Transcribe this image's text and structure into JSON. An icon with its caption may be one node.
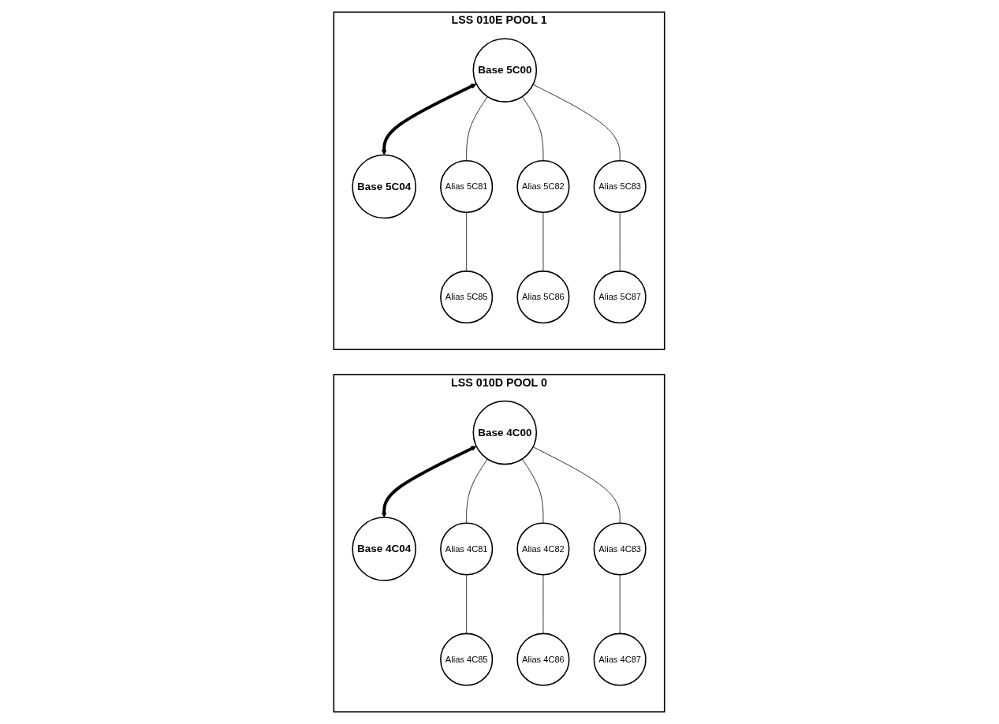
{
  "diagram": {
    "nodes": [
      {
        "text": [
          "LSS 010D POOL 0"
        ]
      },
      {
        "text": [
          "Base 4C00"
        ],
        "in": 0
      },
      {
        "text": [
          "Base 4C04"
        ],
        "in": 0
      },
      {
        "text": [
          "Alias 4C81"
        ],
        "in": 0
      },
      {
        "text": [
          "Alias 4C85"
        ],
        "in": 0
      },
      {
        "text": [
          "Alias 4C82"
        ],
        "in": 0
      },
      {
        "text": [
          "Alias 4C86"
        ],
        "in": 0
      },
      {
        "text": [
          "Alias 4C83"
        ],
        "in": 0
      },
      {
        "text": [
          "Alias 4C87"
        ],
        "in": 0
      },
      {
        "text": [
          "LSS 010E POOL 1"
        ]
      },
      {
        "text": [
          "Base 5C00"
        ],
        "in": 9
      },
      {
        "text": [
          "Base 5C04"
        ],
        "in": 9
      },
      {
        "text": [
          "Alias 5C81"
        ],
        "in": 9
      },
      {
        "text": [
          "Alias 5C85"
        ],
        "in": 9
      },
      {
        "text": [
          "Alias 5C82"
        ],
        "in": 9
      },
      {
        "text": [
          "Alias 5C86"
        ],
        "in": 9
      },
      {
        "text": [
          "Alias 5C83"
        ],
        "in": 9
      },
      {
        "text": [
          "Alias 5C87"
        ],
        "in": 9
      }
    ],
    "edges": [
      {
        "from": 1,
        "to": 2,
        "arrow": "both",
        "style": "thick"
      },
      {
        "from": 1,
        "to": 3,
        "arrow": "none"
      },
      {
        "from": 1,
        "to": 5,
        "arrow": "none"
      },
      {
        "from": 1,
        "to": 7,
        "arrow": "none"
      },
      {
        "from": 3,
        "to": 4,
        "arrow": "none"
      },
      {
        "from": 5,
        "to": 6,
        "arrow": "none"
      },
      {
        "from": 7,
        "to": 8,
        "arrow": "none"
      },
      {
        "from": 10,
        "to": 11,
        "arrow": "both",
        "style": "thick"
      },
      {
        "from": 10,
        "to": 12,
        "arrow": "none"
      },
      {
        "from": 10,
        "to": 14,
        "arrow": "none"
      },
      {
        "from": 10,
        "to": 16,
        "arrow": "none"
      },
      {
        "from": 12,
        "to": 13,
        "arrow": "none"
      },
      {
        "from": 14,
        "to": 15,
        "arrow": "none"
      },
      {
        "from": 16,
        "to": 17,
        "arrow": "none"
      }
    ]
  }
}
